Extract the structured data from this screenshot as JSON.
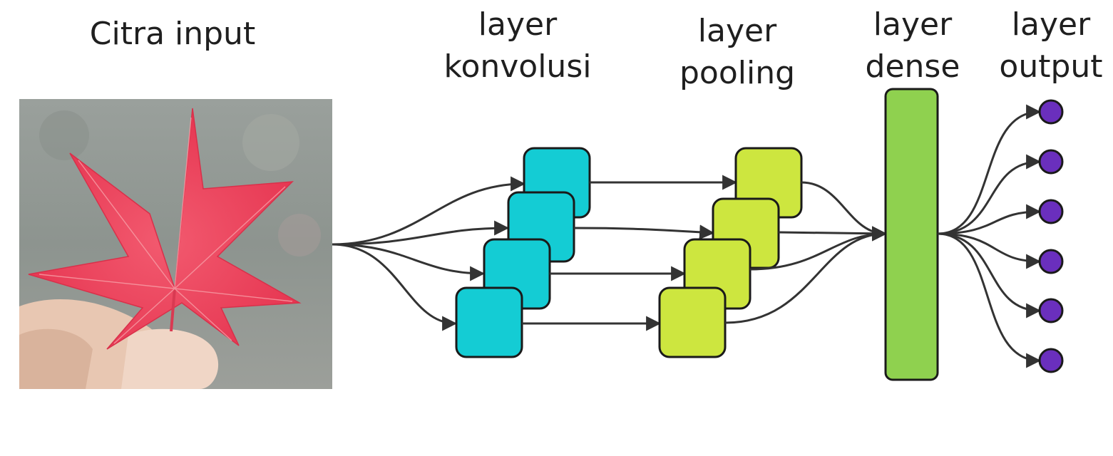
{
  "labels": {
    "input": "Citra input",
    "conv_line1": "layer",
    "conv_line2": "konvolusi",
    "pool_line1": "layer",
    "pool_line2": "pooling",
    "dense_line1": "layer",
    "dense_line2": "dense",
    "output_line1": "layer",
    "output_line2": "output"
  },
  "colors": {
    "conv": "#14ccd4",
    "pool": "#cde63f",
    "dense": "#8fd14f",
    "output": "#6a2fbd",
    "arrow": "#333333",
    "outline": "#1a1a1a",
    "leaf": "#ef3d5a",
    "background_photo": "#8f9692"
  }
}
